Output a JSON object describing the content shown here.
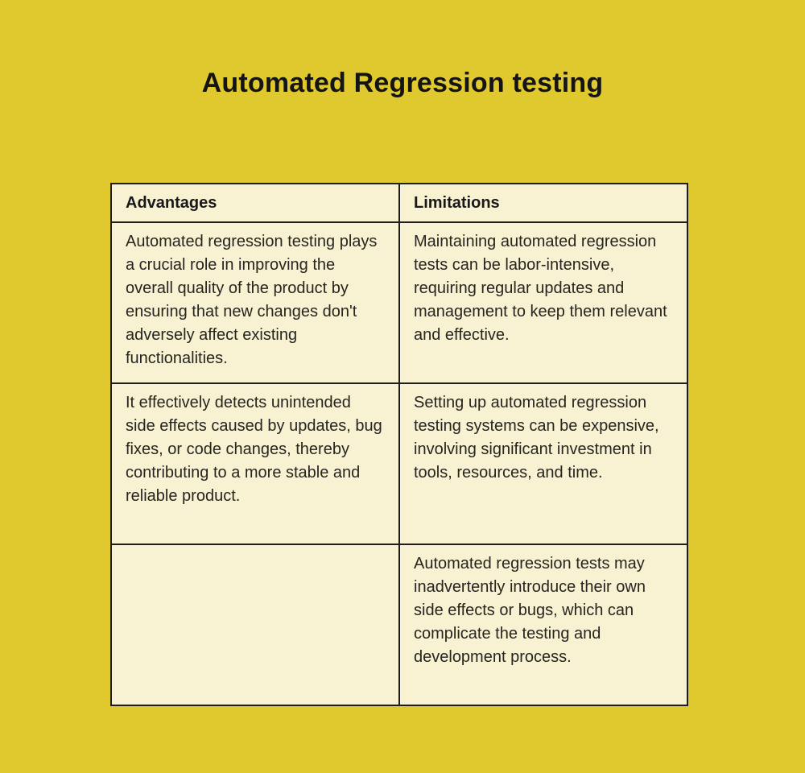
{
  "title": "Automated Regression testing",
  "colors": {
    "background": "#e0c92e",
    "cell_background": "#f8f1d2",
    "border": "#1d1d1f",
    "text": "#26251f"
  },
  "table": {
    "headers": [
      "Advantages",
      "Limitations"
    ],
    "rows": [
      [
        "Automated regression testing plays a crucial role in improving the overall quality of the product by ensuring that new changes don't adversely affect existing functionalities.",
        "Maintaining automated regression tests can be labor-intensive, requiring regular updates and management to keep them relevant and effective."
      ],
      [
        "It effectively detects unintended side effects caused by updates, bug fixes, or code changes, thereby contributing to a more stable and reliable product.",
        "Setting up automated regression testing systems can be expensive, involving significant investment in tools, resources, and time."
      ],
      [
        "",
        "Automated regression tests may inadvertently introduce their own side effects or bugs, which can complicate the testing and development process."
      ]
    ]
  }
}
